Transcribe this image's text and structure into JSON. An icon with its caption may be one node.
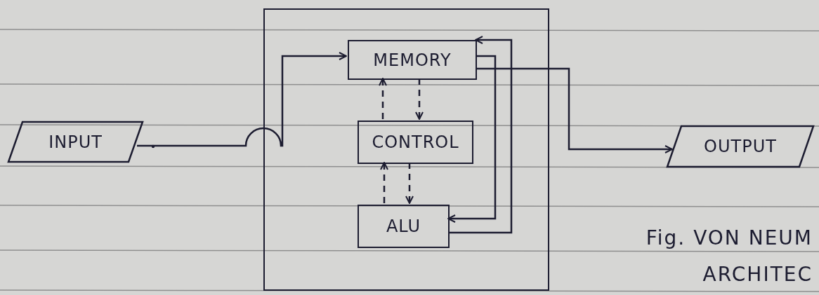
{
  "diagram": {
    "caption": "Fig. VON NEUM ARCHITEC",
    "nodes": [
      {
        "text": [],
        "shape": "box"
      },
      {
        "text": [
          "MEMORY"
        ],
        "in": 0
      },
      {
        "text": [
          "CONTROL"
        ],
        "in": 0
      },
      {
        "text": [
          "ALU"
        ],
        "in": 0
      },
      {
        "text": [
          "INPUT"
        ]
      },
      {
        "text": [
          "OUTPUT"
        ]
      }
    ],
    "edges": [
      {
        "from": 4,
        "to": 1,
        "arrow": "to"
      },
      {
        "from": 2,
        "to": 1,
        "arrow": "to",
        "style": "dashed"
      },
      {
        "from": 1,
        "to": 2,
        "arrow": "to",
        "style": "dashed"
      },
      {
        "from": 3,
        "to": 2,
        "arrow": "to",
        "style": "dashed"
      },
      {
        "from": 2,
        "to": 3,
        "arrow": "to",
        "style": "dashed"
      },
      {
        "from": 1,
        "to": 3,
        "arrow": "to"
      },
      {
        "from": 3,
        "to": 1,
        "arrow": "to"
      },
      {
        "from": 1,
        "to": 5,
        "arrow": "to"
      }
    ]
  }
}
